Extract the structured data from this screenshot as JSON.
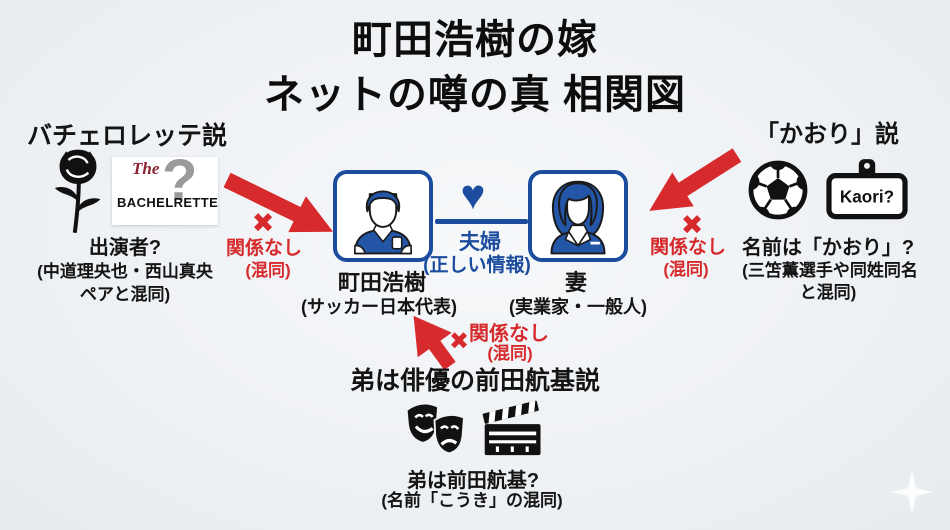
{
  "title": {
    "line1": "町田浩樹の嫁",
    "line2": "ネットの噂の真 相関図"
  },
  "colors": {
    "background": "#eef1f4",
    "red": "#d62a2c",
    "blue": "#1b4c9e",
    "text": "#141414",
    "logo_script": "#8c2332",
    "logo_question_gray": "#9a9a9a"
  },
  "icons": {
    "heart": "♥",
    "cross": "✖"
  },
  "left_theory": {
    "heading": "バチェロレッテ説",
    "logo": {
      "script": "The",
      "part1": "BACHEL",
      "part2": "RETTE",
      "question": "?"
    },
    "claim": "出演者?",
    "note1": "(中道理央也・西山真央",
    "note2": "ペアと混同)",
    "relation": {
      "cross": "✖",
      "label": "関係なし",
      "note": "(混同)"
    }
  },
  "right_theory": {
    "heading": "「かおり」説",
    "tag_text": "Kaori?",
    "claim": "名前は「かおり」?",
    "note1": "(三笘薫選手や同姓同名",
    "note2": "と混同)",
    "relation": {
      "cross": "✖",
      "label": "関係なし",
      "note": "(混同)"
    }
  },
  "bottom_theory": {
    "heading": "弟は俳優の前田航基説",
    "claim": "弟は前田航基?",
    "note": "(名前「こうき」の混同)",
    "relation": {
      "cross": "✖",
      "label": "関係なし",
      "note": "(混同)"
    }
  },
  "couple": {
    "relation_label": "夫婦",
    "relation_note": "(正しい情報)",
    "husband": {
      "name": "町田浩樹",
      "desc": "(サッカー日本代表)"
    },
    "wife": {
      "name": "妻",
      "desc": "(実業家・一般人)"
    }
  }
}
